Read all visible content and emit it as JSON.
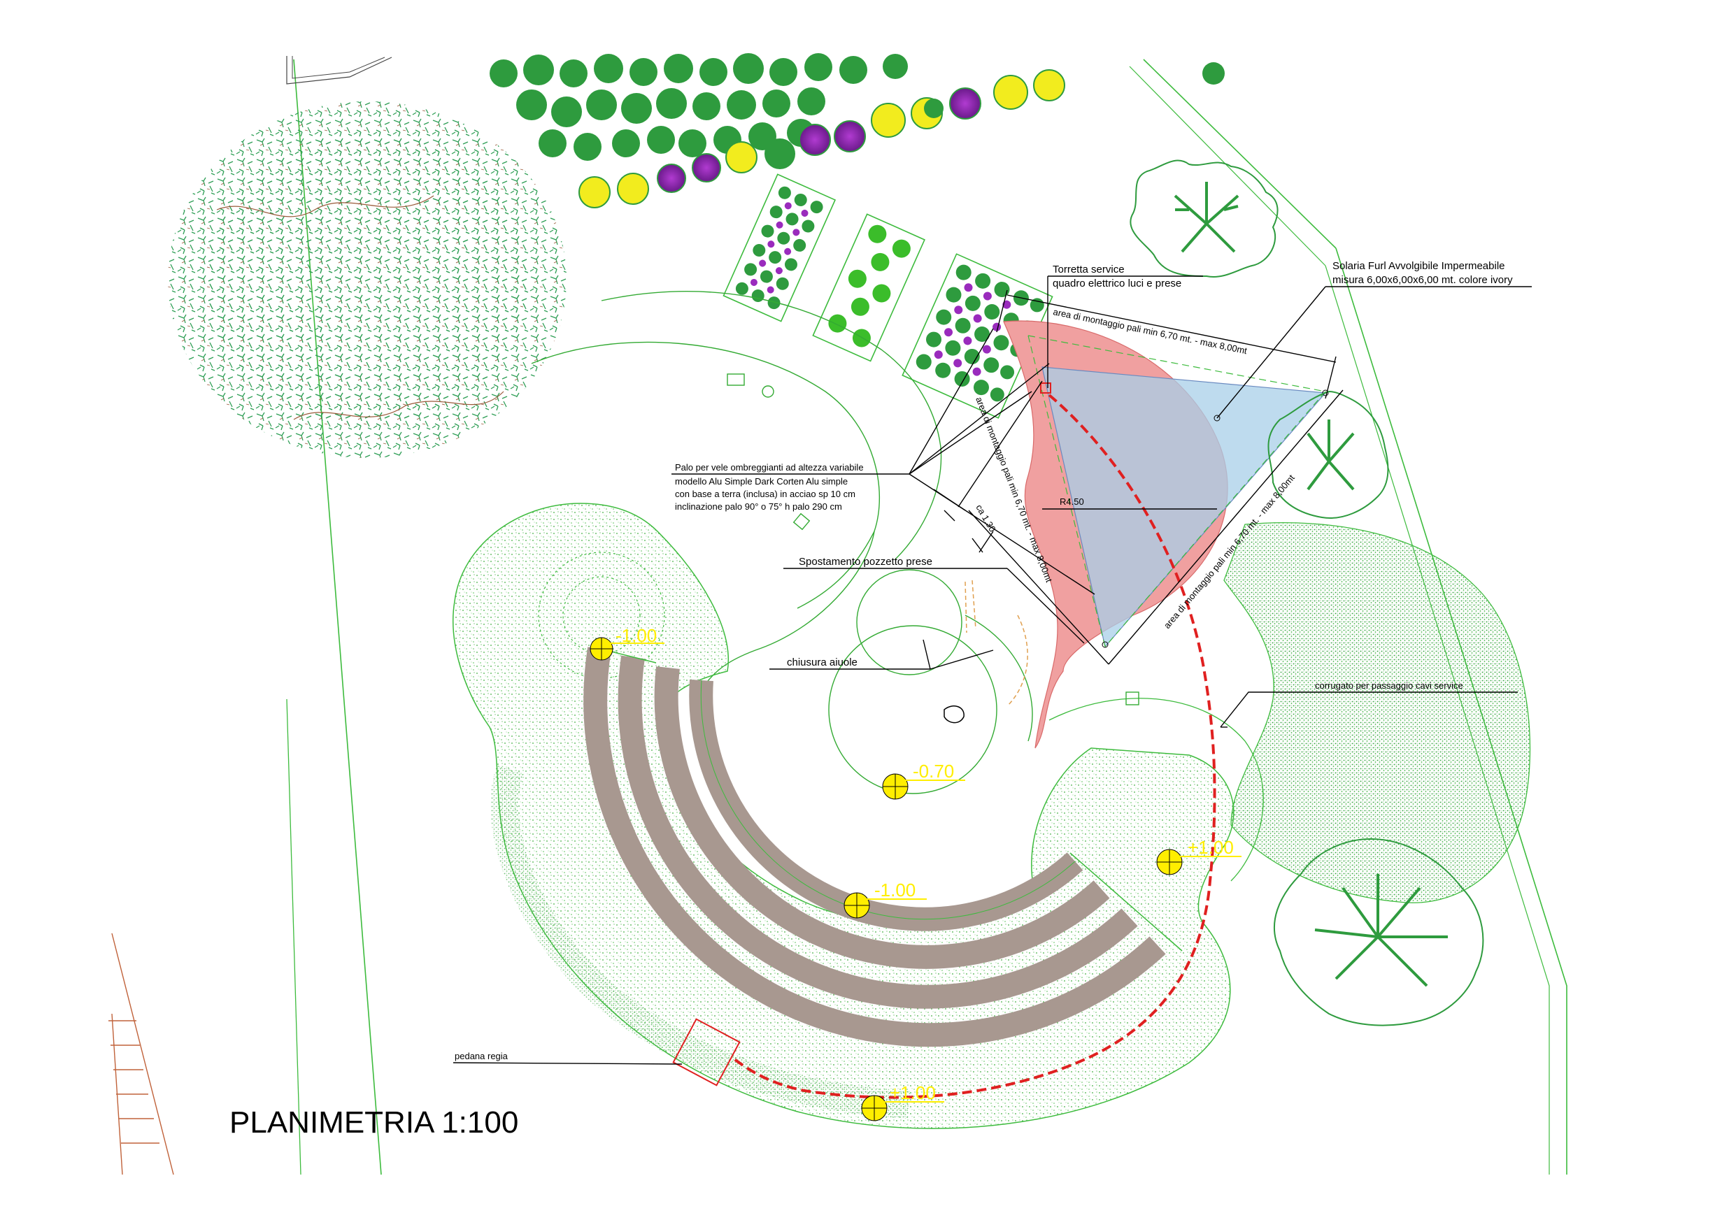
{
  "title": "PLANIMETRIA 1:100",
  "annotations": {
    "torretta_line1": "Torretta service",
    "torretta_line2": "quadro elettrico luci e prese",
    "solaria_line1": "Solaria Furl Avvolgibile Impermeabile",
    "solaria_line2": "misura 6,00x6,00x6,00 mt. colore ivory",
    "area_top": "area di montaggio pali min 6,70 mt. - max 8,00mt",
    "area_diag_left": "area di montaggio pali min 6,70 mt. - max 8,00mt",
    "area_diag_right": "area di montaggio pali min 6,70 mt. - max 8,00mt",
    "palo_line1": "Palo per vele ombreggianti ad altezza variabile",
    "palo_line2": "modello Alu Simple Dark Corten Alu simple",
    "palo_line3": "con base a terra (inclusa) in acciao sp 10 cm",
    "palo_line4": "inclinazione palo 90° o 75° h palo 290 cm",
    "ca_dim": "ca 1.30",
    "radius": "R4.50",
    "spostamento": "Spostamento pozzetto prese",
    "chiusura": "chiusura aiuole",
    "corrugato": "corrugato per passaggio cavi service",
    "pedana": "pedana regia"
  },
  "levels": {
    "l1": "-1.00",
    "l2": "-0.70",
    "l3": "-1.00",
    "l4": "+1.00",
    "l5": "+1.00"
  },
  "colors": {
    "vegetation_green": "#2e9b3e",
    "lawn_green": "#5cc85c",
    "seating_brown": "#a89890",
    "shade_sail_blue": "#a8cfe8",
    "mounting_area_pink": "#f0a0a0",
    "cable_red": "#e02020",
    "level_marker_yellow": "#ffee00",
    "flower_purple": "#9a2bbd",
    "flower_yellow": "#f2ec1e"
  }
}
